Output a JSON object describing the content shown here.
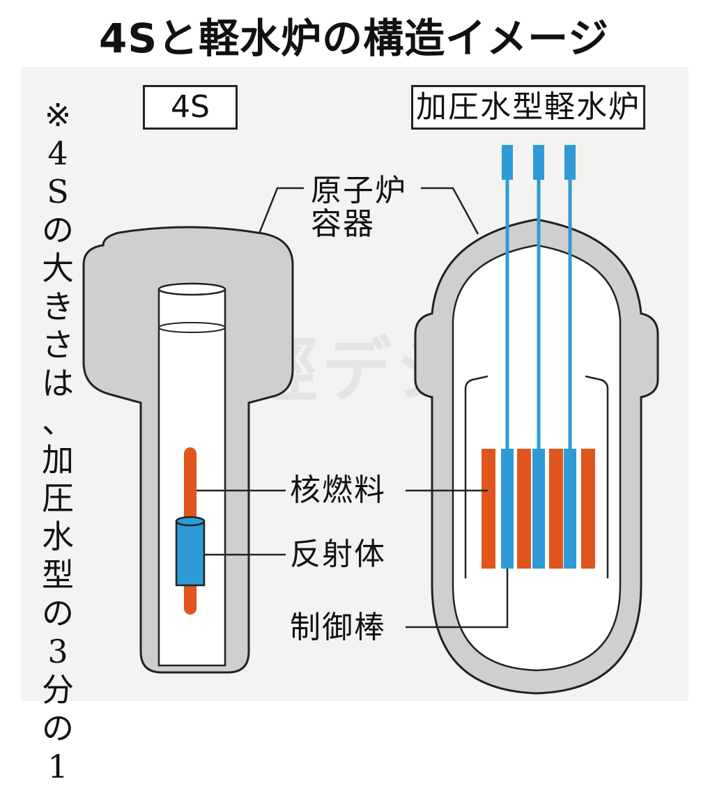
{
  "title": "4Sと軽水炉の構造イメージ",
  "box_labels": {
    "four_s": "4S",
    "pwr": "加圧水型軽水炉"
  },
  "note_chars": [
    "※",
    "4",
    "S",
    "の",
    "大",
    "き",
    "さ",
    "は",
    "、",
    "加",
    "圧",
    "水",
    "型",
    "の",
    "3",
    "分",
    "の",
    "1"
  ],
  "labels": {
    "vessel": "原子炉容器",
    "fuel": "核燃料",
    "reflector": "反射体",
    "control_rod": "制御棒"
  },
  "watermark": "産經デジタル",
  "colors": {
    "vessel_gray": "#cfcfcf",
    "inner_white": "#ffffff",
    "fuel_orange": "#e0561c",
    "reflector_blue": "#2e9bd6",
    "outline": "#222222",
    "panel_bg": "#f3f3f1"
  }
}
